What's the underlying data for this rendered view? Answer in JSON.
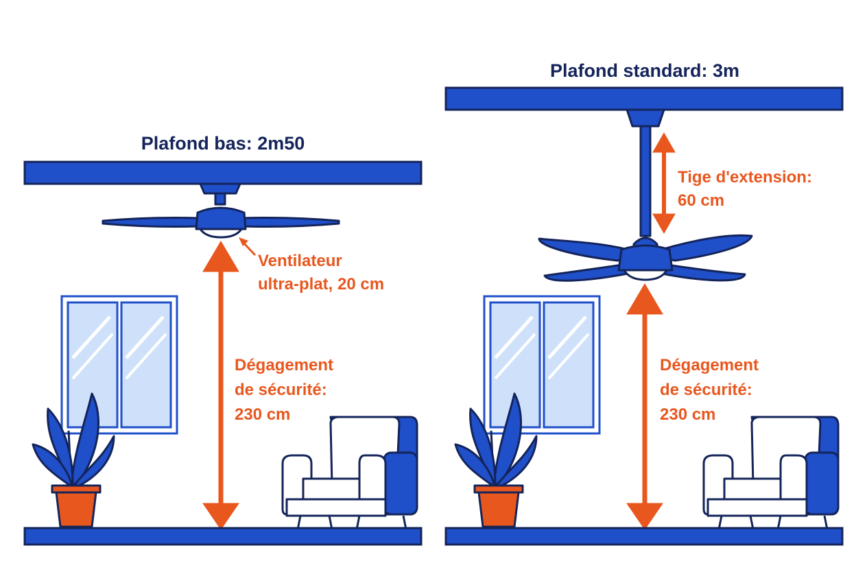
{
  "colors": {
    "navy": "#14245a",
    "blue": "#1f4fc9",
    "light_blue": "#cfe1fa",
    "orange": "#e8571e",
    "white": "#ffffff"
  },
  "left_panel": {
    "title": "Plafond bas: 2m50",
    "fan_label_line1": "Ventilateur",
    "fan_label_line2": "ultra-plat, 20 cm",
    "clearance_line1": "Dégagement",
    "clearance_line2": "de sécurité:",
    "clearance_line3": "230 cm"
  },
  "right_panel": {
    "title": "Plafond standard: 3m",
    "rod_label_line1": "Tige d'extension:",
    "rod_label_line2": "60 cm",
    "clearance_line1": "Dégagement",
    "clearance_line2": "de sécurité:",
    "clearance_line3": "230 cm"
  },
  "icons": {
    "fan": "ceiling-fan-icon",
    "window": "window-icon",
    "plant": "potted-plant-icon",
    "armchair": "armchair-icon",
    "arrow": "double-arrow-icon"
  }
}
